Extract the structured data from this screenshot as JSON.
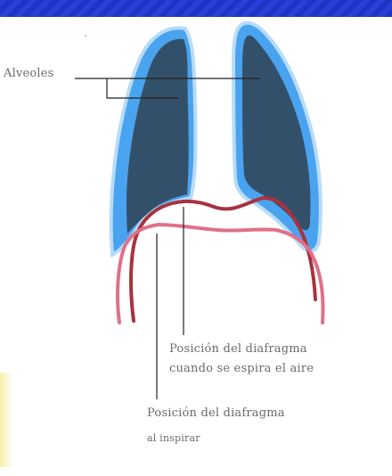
{
  "labels": {
    "alveoli": "Alveoles",
    "exhale_line1": "Posición del diafragma",
    "exhale_line2": "cuando se espira el aire",
    "inhale_line1": "Posición del diafragma",
    "inhale_line2": "al inspirar"
  },
  "colors": {
    "banner": "#2a3fd6",
    "lung_outer": "#4aa3ee",
    "lung_inner": "#33506a",
    "diaphragm_exhale": "#a8323f",
    "diaphragm_inhale": "#e0708a",
    "leader_line": "#222222"
  }
}
